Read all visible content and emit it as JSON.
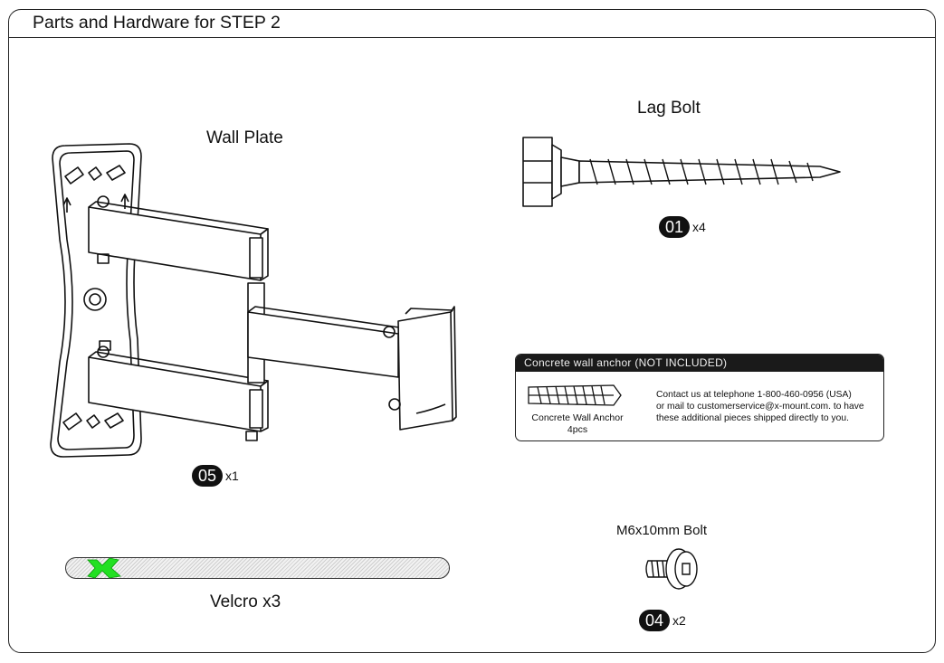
{
  "header": {
    "title": "Parts and Hardware for STEP 2"
  },
  "parts": {
    "wall_plate": {
      "label": "Wall Plate",
      "code": "05",
      "qty": "x1"
    },
    "lag_bolt": {
      "label": "Lag Bolt",
      "code": "01",
      "qty": "x4"
    },
    "velcro": {
      "label": "Velcro x3"
    },
    "m6_bolt": {
      "label": "M6x10mm Bolt",
      "code": "04",
      "qty": "x2"
    }
  },
  "anchor_notice": {
    "heading": "Concrete wall anchor (NOT INCLUDED)",
    "part_name": "Concrete Wall Anchor",
    "part_qty": "4pcs",
    "contact_line1": "Contact us at telephone 1-800-460-0956 (USA)",
    "contact_line2": "or mail to customerservice@x-mount.com. to have",
    "contact_line3": "these additional pieces shipped directly to you."
  },
  "colors": {
    "ink": "#111111",
    "velcro_mark": "#22e022",
    "panel_bg": "#ffffff"
  },
  "icons": [
    "wall-mount-arm-illustration",
    "lag-bolt-illustration",
    "concrete-anchor-illustration",
    "m6-bolt-illustration",
    "velcro-strip-illustration"
  ]
}
